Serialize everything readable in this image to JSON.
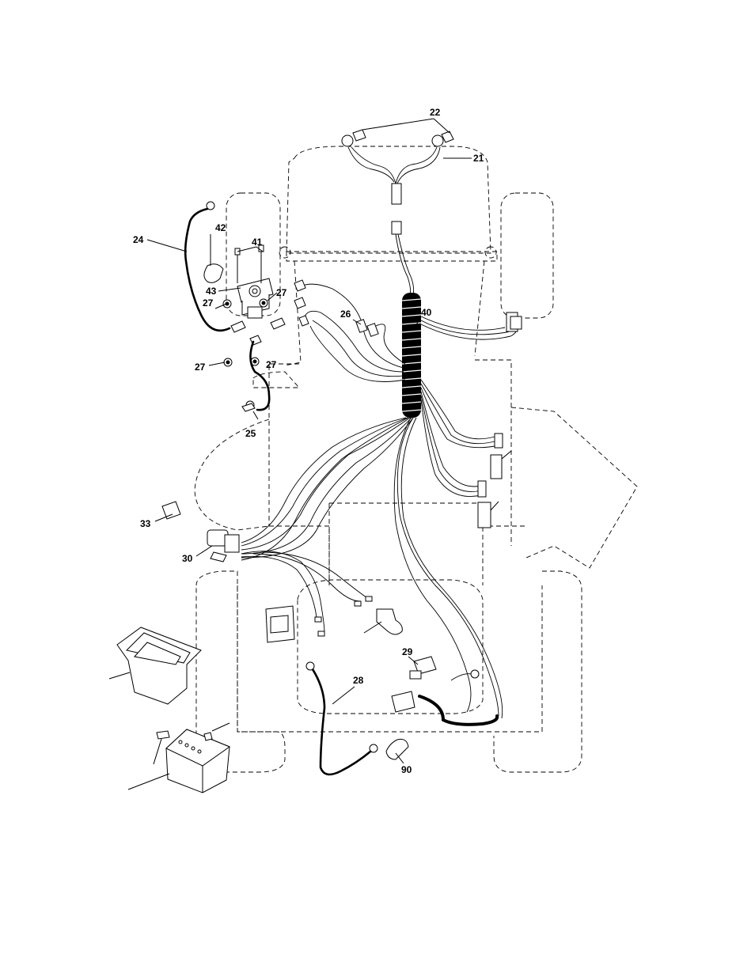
{
  "diagram": {
    "callouts": {
      "c21": "21",
      "c22": "22",
      "c24": "24",
      "c25": "25",
      "c26": "26",
      "c27a": "27",
      "c27b": "27",
      "c27c": "27",
      "c27d": "27",
      "c28": "28",
      "c29": "29",
      "c30": "30",
      "c33": "33",
      "c40": "40",
      "c41": "41",
      "c42": "42",
      "c43": "43",
      "c90": "90"
    }
  }
}
